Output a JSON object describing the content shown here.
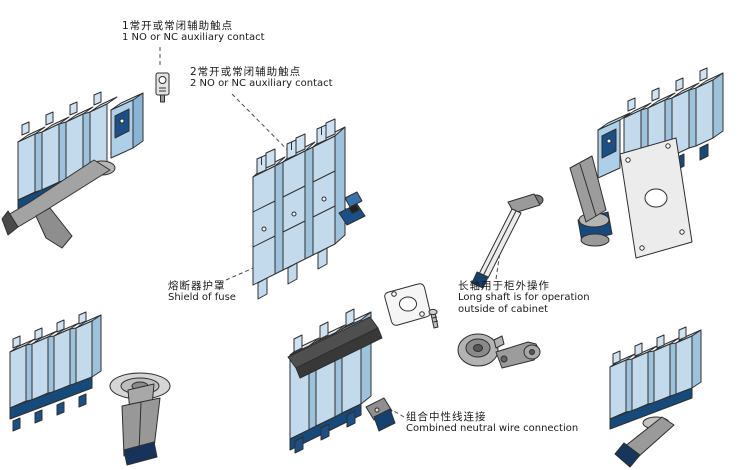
{
  "figure": {
    "background": "#ffffff",
    "colors": {
      "body_light_blue": "#c2daec",
      "body_shade_blue": "#9fc2dc",
      "body_top_blue": "#dceaf5",
      "accent_navy": "#1c4f85",
      "accent_navy_dark": "#16406e",
      "handle_gray": "#9a9a9a",
      "shield_dark_gray": "#4a4a4a",
      "outline": "#2f2f2f"
    }
  },
  "labels": {
    "aux1": {
      "cn": "1常开或常闭辅助触点",
      "en": "1 NO or NC auxiliary contact"
    },
    "aux2": {
      "cn": "2常开或常闭辅助触点",
      "en": "2 NO or NC auxiliary contact"
    },
    "fuse_shield": {
      "cn": "熔断器护罩",
      "en": "Shield of fuse"
    },
    "long_shaft": {
      "cn": "长轴用于柜外操作",
      "en_line1": "Long shaft is for operation",
      "en_line2": "outside of cabinet"
    },
    "neutral": {
      "cn": "组合中性线连接",
      "en": "Combined neutral wire connection"
    }
  }
}
